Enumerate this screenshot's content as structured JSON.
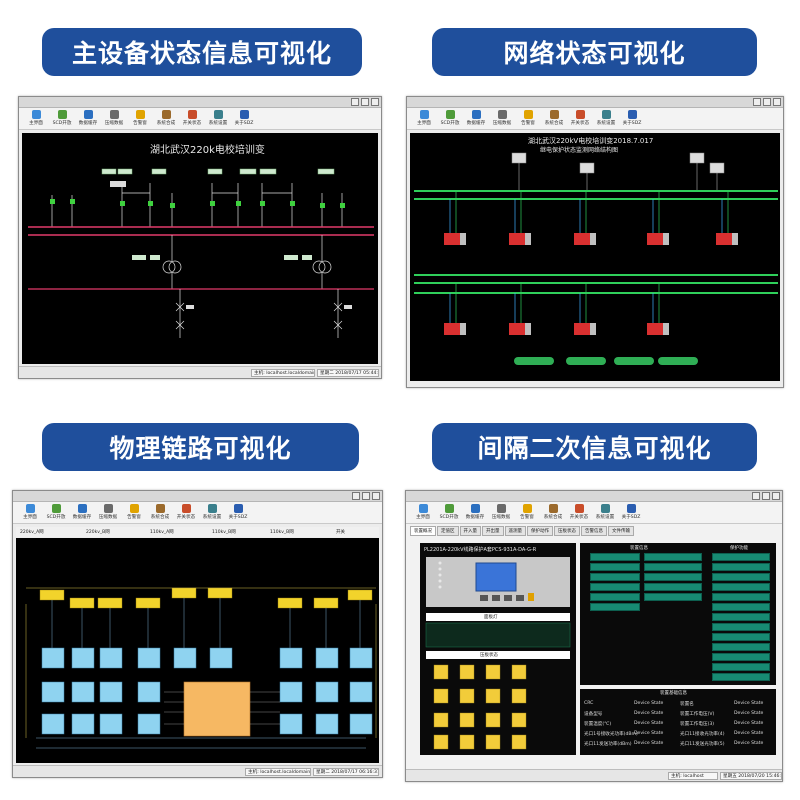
{
  "sections": [
    {
      "title": "主设备状态信息可视化"
    },
    {
      "title": "网络状态可视化"
    },
    {
      "title": "物理链路可视化"
    },
    {
      "title": "间隔二次信息可视化"
    }
  ],
  "toolbar": {
    "items": [
      "主界面",
      "SCD开放",
      "数据缓存",
      "压缩数据",
      "告警窗",
      "系统合成",
      "开关状态",
      "系统设置",
      "关于SDZ"
    ],
    "icon_colors": [
      "#3c8ad8",
      "#4f9b3a",
      "#2b6fc0",
      "#6a6a6a",
      "#e0a300",
      "#9b6a2c",
      "#c94d2a",
      "#3a7f8c",
      "#2a5db0"
    ]
  },
  "win1": {
    "title": "湖北武汉220k电校培训变",
    "status_left": "主机: localhost.localdomain",
    "status_right": "星期二 2018/07/17 05:44:50"
  },
  "win2": {
    "title_line1": "湖北武汉220kV电校培训变2018.7.017",
    "title_line2": "继电保护状态监测网络结构图"
  },
  "win3": {
    "filters": [
      "220kv_A网",
      "220kv_B网",
      "110kv_A网",
      "110kv_B网",
      "110kv_B网",
      "开关"
    ],
    "status_left": "主机: localhost.localdomain",
    "status_right": "星期二 2018/07/17 06:16:37"
  },
  "win4": {
    "tabs": [
      "装置概况",
      "定值区",
      "开入量",
      "开出量",
      "遥测量",
      "保护动作",
      "压板状态",
      "告警信息",
      "文件传输"
    ],
    "device_title": "PL2201A-220kV线路保护A套PCS-931A-DA-G-R",
    "section_labels": [
      "面板灯",
      "压板状态"
    ],
    "device_info_header": "装置信息",
    "protection_header": "保护功能",
    "device_basic": {
      "header": "装置基础信息",
      "rows": [
        [
          "CRC",
          "Device State",
          "装置名",
          "Device State"
        ],
        [
          "设备型号",
          "Device State",
          "装置工作电压(V)",
          "Device State"
        ],
        [
          "装置温度(℃)",
          "Device State",
          "装置工作电压(3)",
          "Device State"
        ],
        [
          "光口1号接收光功率(dBm)",
          "Device State",
          "光口11接收光功率(4)",
          "Device State"
        ],
        [
          "光口11发送功率(dBm)",
          "Device State",
          "光口11发送光功率(5)",
          "Device State"
        ]
      ]
    },
    "status_left": "主机: localhost",
    "status_right": "星期五 2018/07/20 15:46:52"
  }
}
